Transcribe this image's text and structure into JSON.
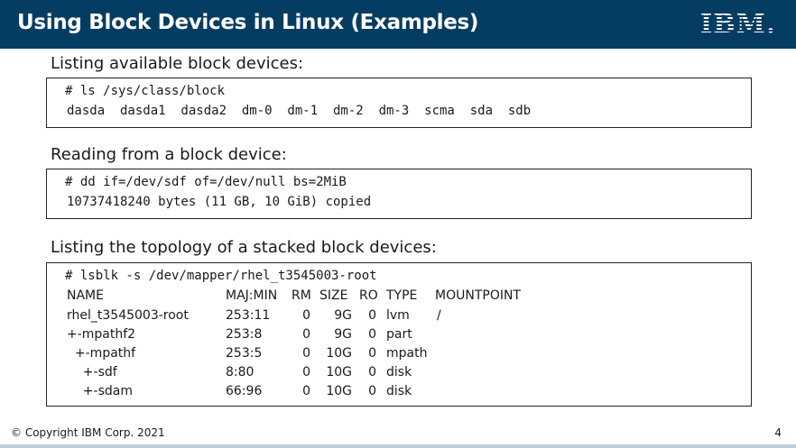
{
  "header": {
    "title": "Using Block Devices in Linux (Examples)",
    "logo": "IBM."
  },
  "sections": [
    {
      "label": "Listing available block devices:",
      "command": "# ls /sys/class/block",
      "output": "dasda  dasda1  dasda2  dm-0  dm-1  dm-2  dm-3  scma  sda  sdb"
    },
    {
      "label": "Reading from a block device:",
      "command": "# dd if=/dev/sdf of=/dev/null bs=2MiB",
      "output": "10737418240 bytes (11 GB, 10 GiB) copied"
    },
    {
      "label": "Listing the topology of a stacked block devices:",
      "command": "# lsblk -s /dev/mapper/rhel_t3545003-root"
    }
  ],
  "lsblk": {
    "headers": [
      "NAME",
      "MAJ:MIN",
      "RM",
      "SIZE",
      "RO",
      "TYPE",
      "MOUNTPOINT"
    ],
    "rows": [
      [
        "rhel_t3545003-root",
        "253:11",
        "0",
        "9G",
        "0",
        "lvm",
        "/"
      ],
      [
        "+-mpathf2",
        "253:8",
        "0",
        "9G",
        "0",
        "part",
        ""
      ],
      [
        "  +-mpathf",
        "253:5",
        "0",
        "10G",
        "0",
        "mpath",
        ""
      ],
      [
        "    +-sdf",
        "8:80",
        "0",
        "10G",
        "0",
        "disk",
        ""
      ],
      [
        "    +-sdam",
        "66:96",
        "0",
        "10G",
        "0",
        "disk",
        ""
      ]
    ]
  },
  "footer": {
    "copyright": "© Copyright IBM Corp. 2021",
    "page": "4"
  }
}
